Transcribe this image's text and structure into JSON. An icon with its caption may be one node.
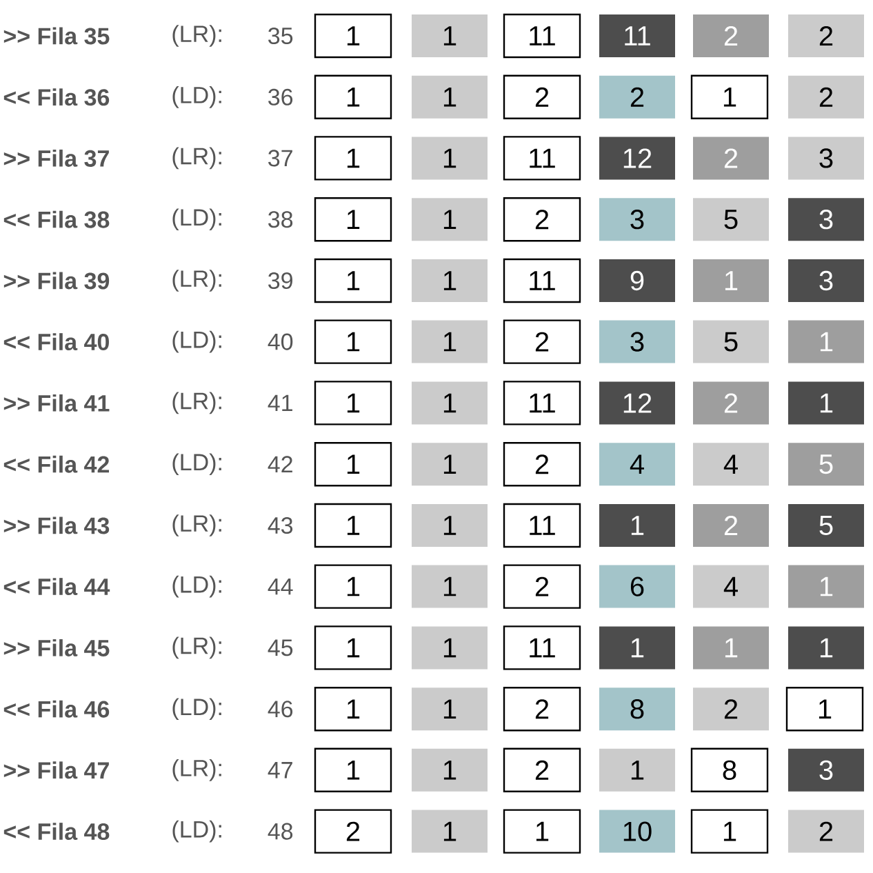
{
  "diagram": {
    "nodes": [
      {
        "text": [
          "1"
        ]
      },
      {
        "text": [
          "1"
        ]
      },
      {
        "text": [
          "11"
        ]
      },
      {
        "text": [
          "11"
        ]
      },
      {
        "text": [
          "2"
        ]
      },
      {
        "text": [
          "2"
        ]
      },
      {
        "text": [
          "1"
        ]
      },
      {
        "text": [
          "1"
        ]
      },
      {
        "text": [
          "2"
        ]
      },
      {
        "text": [
          "2"
        ]
      },
      {
        "text": [
          "1"
        ]
      },
      {
        "text": [
          "2"
        ]
      },
      {
        "text": [
          "1"
        ]
      },
      {
        "text": [
          "1"
        ]
      },
      {
        "text": [
          "11"
        ]
      },
      {
        "text": [
          "12"
        ]
      },
      {
        "text": [
          "2"
        ]
      },
      {
        "text": [
          "3"
        ]
      },
      {
        "text": [
          "1"
        ]
      },
      {
        "text": [
          "1"
        ]
      },
      {
        "text": [
          "2"
        ]
      },
      {
        "text": [
          "3"
        ]
      },
      {
        "text": [
          "5"
        ]
      },
      {
        "text": [
          "3"
        ]
      },
      {
        "text": [
          "1"
        ]
      },
      {
        "text": [
          "1"
        ]
      },
      {
        "text": [
          "11"
        ]
      },
      {
        "text": [
          "9"
        ]
      },
      {
        "text": [
          "1"
        ]
      },
      {
        "text": [
          "3"
        ]
      },
      {
        "text": [
          "1"
        ]
      },
      {
        "text": [
          "1"
        ]
      },
      {
        "text": [
          "2"
        ]
      },
      {
        "text": [
          "3"
        ]
      },
      {
        "text": [
          "5"
        ]
      },
      {
        "text": [
          "1"
        ]
      },
      {
        "text": [
          "1"
        ]
      },
      {
        "text": [
          "1"
        ]
      },
      {
        "text": [
          "11"
        ]
      },
      {
        "text": [
          "12"
        ]
      },
      {
        "text": [
          "2"
        ]
      },
      {
        "text": [
          "1"
        ]
      },
      {
        "text": [
          "1"
        ]
      },
      {
        "text": [
          "1"
        ]
      },
      {
        "text": [
          "2"
        ]
      },
      {
        "text": [
          "4"
        ]
      },
      {
        "text": [
          "4"
        ]
      },
      {
        "text": [
          "5"
        ]
      },
      {
        "text": [
          "1"
        ]
      },
      {
        "text": [
          "1"
        ]
      },
      {
        "text": [
          "11"
        ]
      },
      {
        "text": [
          "1"
        ]
      },
      {
        "text": [
          "2"
        ]
      },
      {
        "text": [
          "5"
        ]
      },
      {
        "text": [
          "1"
        ]
      },
      {
        "text": [
          "1"
        ]
      },
      {
        "text": [
          "2"
        ]
      },
      {
        "text": [
          "6"
        ]
      },
      {
        "text": [
          "4"
        ]
      },
      {
        "text": [
          "1"
        ]
      },
      {
        "text": [
          "1"
        ]
      },
      {
        "text": [
          "1"
        ]
      },
      {
        "text": [
          "11"
        ]
      },
      {
        "text": [
          "1"
        ]
      },
      {
        "text": [
          "1"
        ]
      },
      {
        "text": [
          "1"
        ]
      },
      {
        "text": [
          "1"
        ]
      },
      {
        "text": [
          "1"
        ]
      },
      {
        "text": [
          "2"
        ]
      },
      {
        "text": [
          "8"
        ]
      },
      {
        "text": [
          "2"
        ]
      },
      {
        "text": [
          "1"
        ]
      },
      {
        "text": [
          "1"
        ]
      },
      {
        "text": [
          "1"
        ]
      },
      {
        "text": [
          "2"
        ]
      },
      {
        "text": [
          "1"
        ]
      },
      {
        "text": [
          "8"
        ]
      },
      {
        "text": [
          "3"
        ]
      },
      {
        "text": [
          "2"
        ]
      },
      {
        "text": [
          "1"
        ]
      },
      {
        "text": [
          "1"
        ]
      },
      {
        "text": [
          "10"
        ]
      },
      {
        "text": [
          "1"
        ]
      },
      {
        "text": [
          "2"
        ]
      }
    ],
    "labels": [
      ">> Fila 35",
      "(LR):",
      "35",
      "<< Fila 36",
      "(LD):",
      "36",
      ">> Fila 37",
      "(LR):",
      "37",
      "<< Fila 38",
      "(LD):",
      "38",
      ">> Fila 39",
      "(LR):",
      "39",
      "<< Fila 40",
      "(LD):",
      "40",
      ">> Fila 41",
      "(LR):",
      "41",
      "<< Fila 42",
      "(LD):",
      "42",
      ">> Fila 43",
      "(LR):",
      "43",
      "<< Fila 44",
      "(LD):",
      "44",
      ">> Fila 45",
      "(LR):",
      "45",
      "<< Fila 46",
      "(LD):",
      "46",
      ">> Fila 47",
      "(LR):",
      "47",
      "<< Fila 48",
      "(LD):",
      "48"
    ]
  }
}
